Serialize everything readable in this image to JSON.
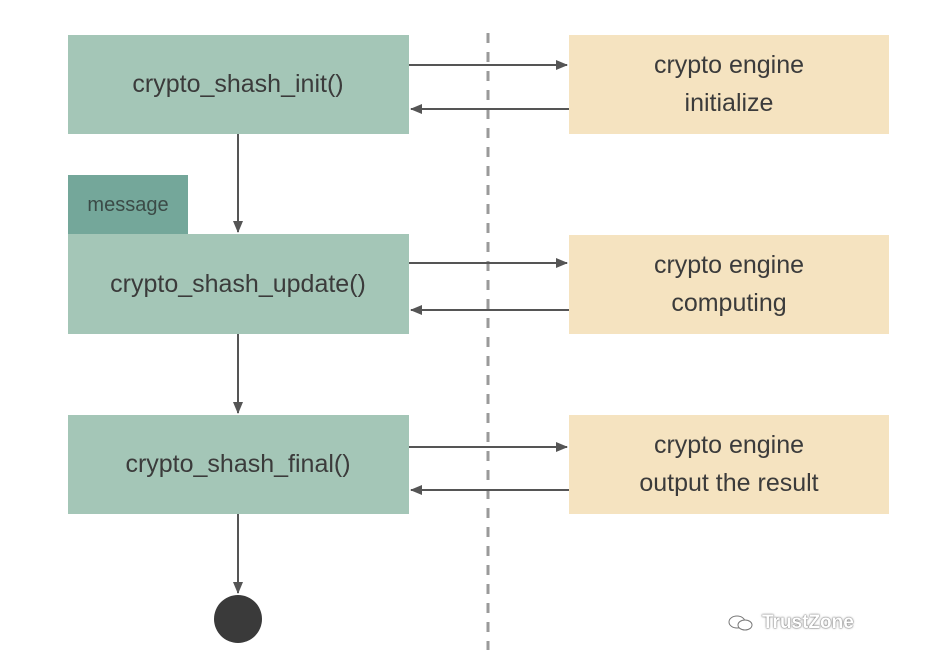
{
  "colors": {
    "api_box": "#a4c6b7",
    "engine_box": "#f5e3c0",
    "message_tag": "#74a79a",
    "arrow": "#555555",
    "divider": "#9a9a9a",
    "end_node": "#3a3a3a"
  },
  "api_calls": [
    {
      "label": "crypto_shash_init()"
    },
    {
      "label": "crypto_shash_update()"
    },
    {
      "label": "crypto_shash_final()"
    }
  ],
  "message_tag": {
    "label": "message"
  },
  "engine_steps": [
    {
      "lines": [
        "crypto engine",
        "initialize"
      ]
    },
    {
      "lines": [
        "crypto engine",
        "computing"
      ]
    },
    {
      "lines": [
        "crypto engine",
        "output the result"
      ]
    }
  ],
  "watermark": {
    "text": "TrustZone",
    "icon": "wechat-icon"
  }
}
